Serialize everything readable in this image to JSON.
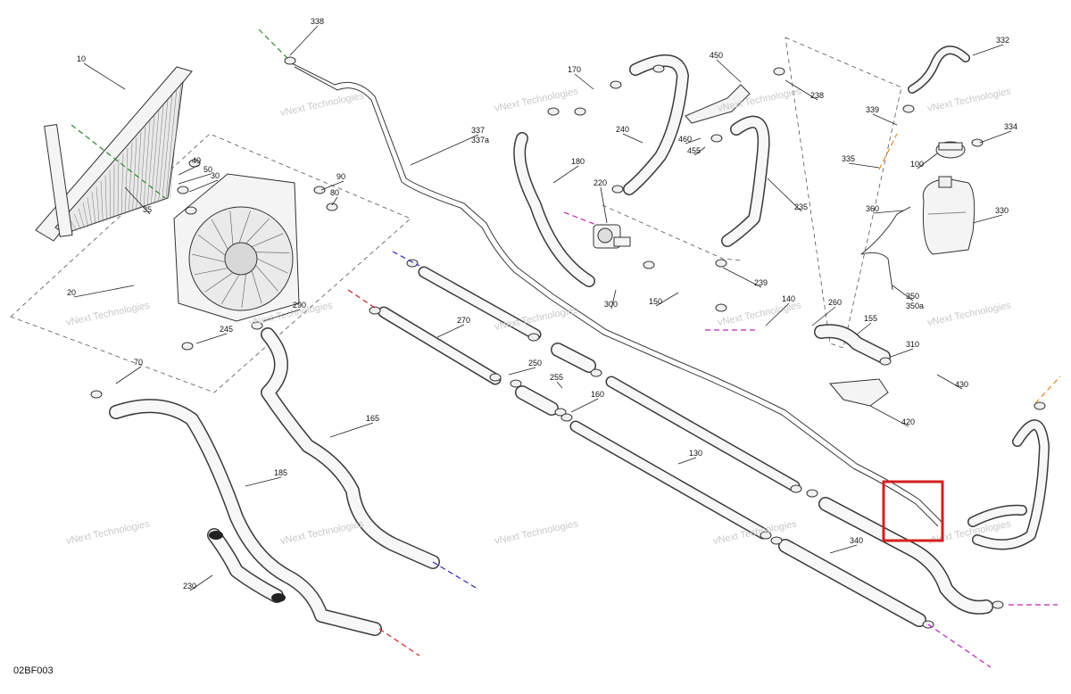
{
  "figure_code": "02BF003",
  "watermark_text": "vNext Technologies",
  "highlight_color": "#d32020",
  "callouts": [
    "338",
    "10",
    "337",
    "337a",
    "170",
    "450",
    "238",
    "332",
    "339",
    "334",
    "335",
    "100",
    "360",
    "330",
    "350",
    "350a",
    "240",
    "180",
    "460",
    "455",
    "235",
    "220",
    "239",
    "300",
    "150",
    "140",
    "260",
    "155",
    "310",
    "430",
    "420",
    "40",
    "50",
    "30",
    "90",
    "80",
    "35",
    "290",
    "70",
    "20",
    "245",
    "270",
    "250",
    "255",
    "160",
    "130",
    "165",
    "185",
    "230",
    "340"
  ],
  "connector_colors": {
    "green": "#2a8a2a",
    "red": "#d02020",
    "blue": "#2a2ab8",
    "magenta": "#c020c0",
    "orange": "#e08a20"
  }
}
